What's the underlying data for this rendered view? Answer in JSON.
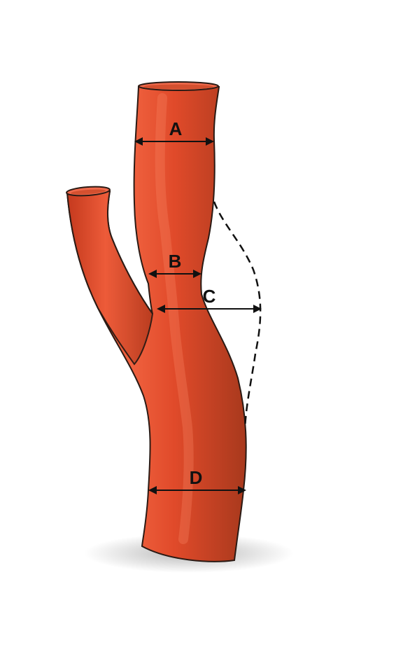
{
  "diagram": {
    "labels": {
      "a": "A",
      "b": "B",
      "c": "C",
      "d": "D"
    },
    "colors": {
      "vessel_fill": "#e2462a",
      "vessel_dark": "#b8381c",
      "vessel_highlight": "#f26a46",
      "outline": "#2a1a14",
      "lumen": "#f06a4c",
      "arrow": "#111111",
      "dashed_outline": "#111111"
    }
  }
}
